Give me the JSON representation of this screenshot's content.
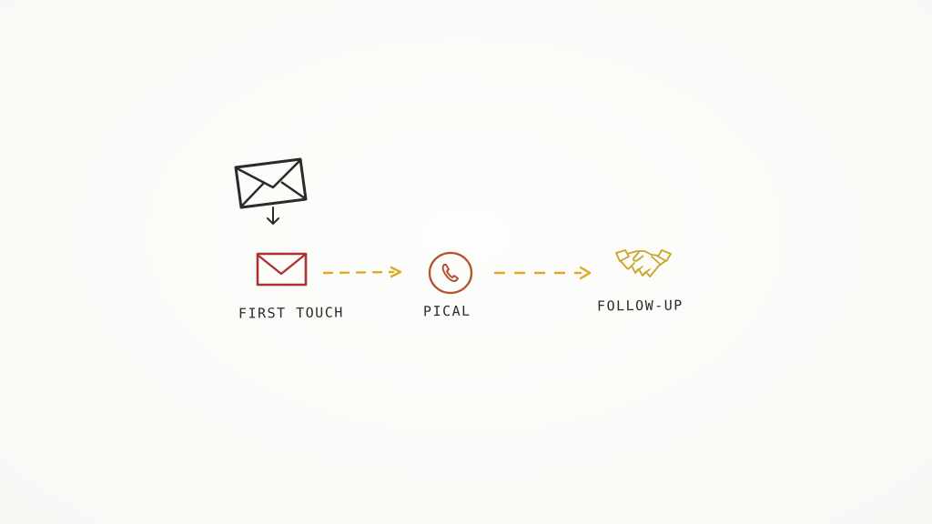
{
  "diagram": {
    "steps": [
      {
        "label": "FIRST TOUCH",
        "icon": "envelope-icon",
        "color": "#a83232"
      },
      {
        "label": "PICAL",
        "icon": "phone-icon",
        "color": "#b5532f"
      },
      {
        "label": "FOLLOW-UP",
        "icon": "handshake-icon",
        "color": "#c9a52a"
      }
    ],
    "source_icon": "envelope-icon",
    "connector_color": "#e0a826",
    "ink_color": "#2a2a2a"
  }
}
